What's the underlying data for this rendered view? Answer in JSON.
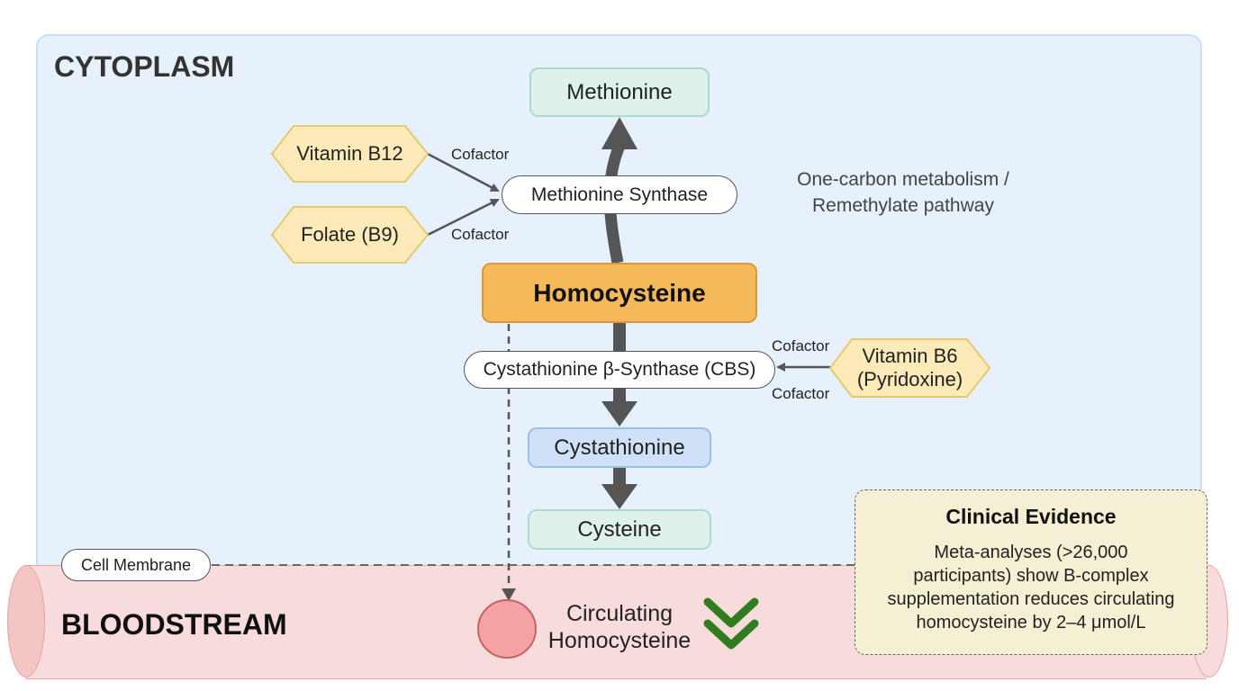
{
  "regions": {
    "cytoplasm": "CYTOPLASM",
    "bloodstream": "BLOODSTREAM",
    "cell_membrane": "Cell Membrane"
  },
  "metabolites": {
    "methionine": "Methionine",
    "homocysteine": "Homocysteine",
    "cystathionine": "Cystathionine",
    "cysteine": "Cysteine"
  },
  "enzymes": {
    "methionine_synthase": "Methionine Synthase",
    "cbs": "Cystathionine β-Synthase (CBS)"
  },
  "vitamins": {
    "b12": "Vitamin B12",
    "folate": "Folate (B9)",
    "b6": "Vitamin B6\n(Pyridoxine)"
  },
  "cofactor_label": "Cofactor",
  "pathway_note": "One-carbon metabolism /\nRemethylate pathway",
  "circulating": "Circulating\nHomocysteine",
  "evidence": {
    "title": "Clinical Evidence",
    "body": "Meta-analyses (>26,000\nparticipants) show B-complex\nsupplementation reduces circulating\nhomocysteine by 2–4 μmol/L"
  },
  "colors": {
    "cytoplasm_bg": "#e6f1fb",
    "bloodstream_bg": "#f8dcdc",
    "homocysteine": "#f5b95a",
    "vitamin": "#fcebb8",
    "decrease_arrow": "#2f7d1e",
    "arrow": "#555555"
  },
  "icons": {
    "decrease": "double-chevron-down-icon",
    "blood_cell": "red-circle-icon"
  }
}
